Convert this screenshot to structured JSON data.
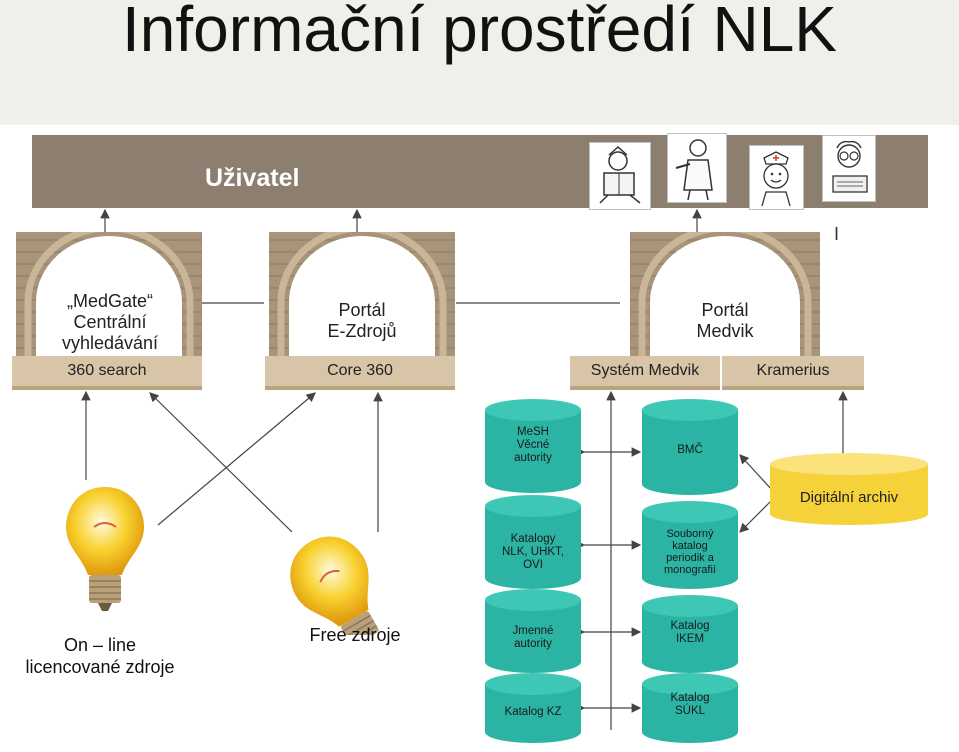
{
  "title": "Informační prostředí NLK",
  "user_bar": {
    "label": "Uživatel"
  },
  "stray_mark": "I",
  "portals": [
    {
      "label": "„MedGate“\nCentrální\nvyhledávání",
      "plaque": "360 search"
    },
    {
      "label": "Portál\nE-Zdrojů",
      "plaque": "Core 360"
    },
    {
      "label": "Portál\nMedvik",
      "plaques": [
        "Systém Medvik",
        "Kramerius"
      ]
    }
  ],
  "databases_left": [
    {
      "label": "MeSH\nVěcné\nautority"
    },
    {
      "label": "Katalogy\nNLK, UHKT,\nOVI"
    },
    {
      "label": "Jmenné\nautority"
    },
    {
      "label": "Katalog KZ"
    }
  ],
  "databases_right": [
    {
      "label": "BMČ"
    },
    {
      "label": "Souborný\nkatalog\nperiodik a\nmonografií"
    },
    {
      "label": "Katalog\nIKEM"
    },
    {
      "label": "Katalog\nSÚKL"
    }
  ],
  "digital_archive": {
    "label": "Digitální archiv"
  },
  "sources": [
    {
      "label": "On – line\nlicencované  zdroje"
    },
    {
      "label": "Free zdroje"
    }
  ],
  "icons": {
    "portrait_1": "doctor-reading-icon",
    "portrait_2": "doctor-with-syringe-icon",
    "portrait_3": "nurse-icon",
    "portrait_4": "scientist-icon",
    "bulb": "light-bulb-icon",
    "arch": "brick-arch-icon"
  },
  "colors": {
    "user_bar": "#8c7f70",
    "plaque": "#d8c4a6",
    "brick": "#a89478",
    "cylinder": "#2bb3a3",
    "archive": "#f6d23a",
    "bulb": "#f8d02c"
  }
}
